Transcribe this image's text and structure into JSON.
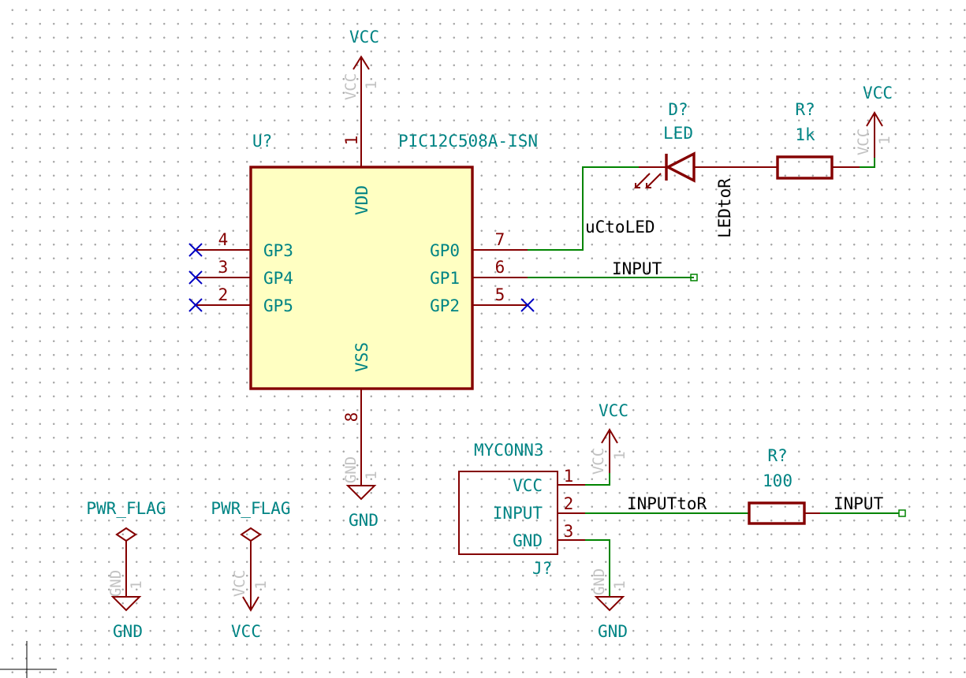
{
  "u1": {
    "reference": "U?",
    "value": "PIC12C508A-ISN",
    "pins": {
      "vdd": {
        "name": "VDD",
        "number": "1"
      },
      "vss": {
        "name": "VSS",
        "number": "8"
      },
      "gp3": {
        "name": "GP3",
        "number": "4"
      },
      "gp4": {
        "name": "GP4",
        "number": "3"
      },
      "gp5": {
        "name": "GP5",
        "number": "2"
      },
      "gp0": {
        "name": "GP0",
        "number": "7"
      },
      "gp1": {
        "name": "GP1",
        "number": "6"
      },
      "gp2": {
        "name": "GP2",
        "number": "5"
      }
    }
  },
  "d1": {
    "reference": "D?",
    "value": "LED"
  },
  "r1": {
    "reference": "R?",
    "value": "1k"
  },
  "r2": {
    "reference": "R?",
    "value": "100"
  },
  "j1": {
    "reference": "J?",
    "value": "MYCONN3",
    "pins": [
      {
        "name": "VCC",
        "number": "1"
      },
      {
        "name": "INPUT",
        "number": "2"
      },
      {
        "name": "GND",
        "number": "3"
      }
    ]
  },
  "power": {
    "vcc_label": "VCC",
    "gnd_label": "GND",
    "pwr_flag_label": "PWR_FLAG",
    "hidden_pin_number": "1"
  },
  "nets": {
    "uc_to_led": "uCtoLED",
    "input": "INPUT",
    "led_to_r": "LEDtoR",
    "input_to_r": "INPUTtoR"
  },
  "colors": {
    "component_outline": "#840000",
    "component_fill": "#ffffc2",
    "wire": "#008400",
    "field_text": "#008484",
    "no_connect": "#0000c2",
    "net_label": "#000000"
  }
}
